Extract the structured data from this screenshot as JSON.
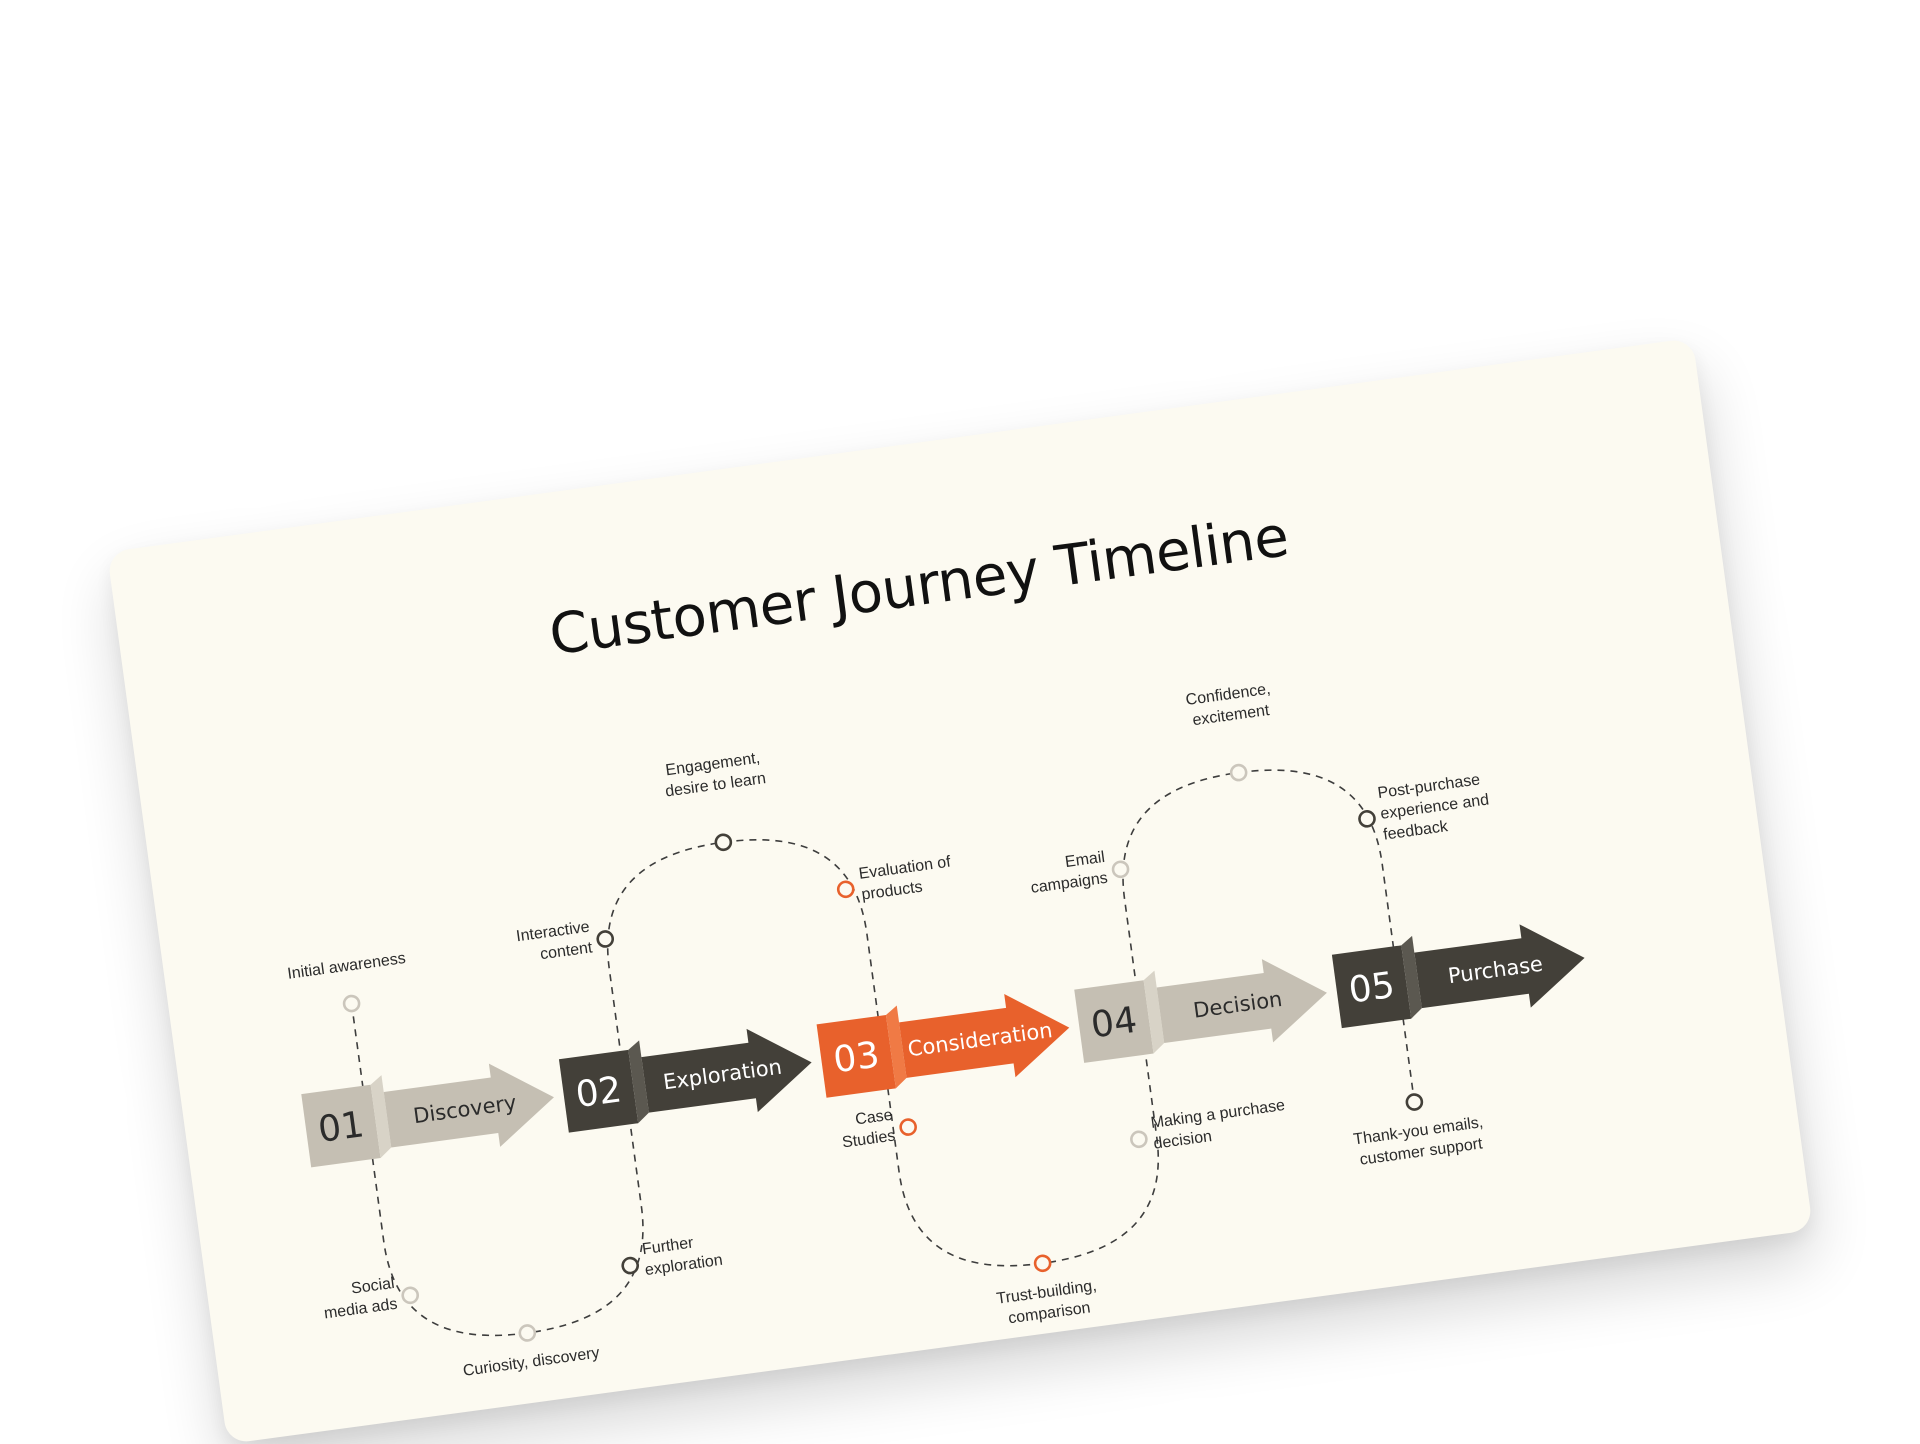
{
  "title": "Customer Journey Timeline",
  "colors": {
    "background": "#fcfaf1",
    "beige": "#c5bfb3",
    "beige_fold": "#d8d3c7",
    "dark": "#434039",
    "dark_fold": "#5b5850",
    "accent": "#e8612c",
    "accent_fold": "#f07a45",
    "light_node": "#cbc6bc"
  },
  "steps": [
    {
      "number": "01",
      "name": "Discovery",
      "theme": "beige"
    },
    {
      "number": "02",
      "name": "Exploration",
      "theme": "dark"
    },
    {
      "number": "03",
      "name": "Consideration",
      "theme": "accent"
    },
    {
      "number": "04",
      "name": "Decision",
      "theme": "beige"
    },
    {
      "number": "05",
      "name": "Purchase",
      "theme": "dark"
    }
  ],
  "nodes": [
    {
      "label": "Initial awareness",
      "style": "light"
    },
    {
      "label": "Social\nmedia ads",
      "style": "light"
    },
    {
      "label": "Curiosity, discovery",
      "style": "light"
    },
    {
      "label": "Further\nexploration",
      "style": "dark"
    },
    {
      "label": "Interactive\ncontent",
      "style": "dark"
    },
    {
      "label": "Engagement,\ndesire to learn",
      "style": "dark"
    },
    {
      "label": "Evaluation of\nproducts",
      "style": "accent"
    },
    {
      "label": "Case\nStudies",
      "style": "accent"
    },
    {
      "label": "Trust-building,\ncomparison",
      "style": "accent"
    },
    {
      "label": "Making a purchase\ndecision",
      "style": "light"
    },
    {
      "label": "Email\ncampaigns",
      "style": "light"
    },
    {
      "label": "Confidence,\nexcitement",
      "style": "light"
    },
    {
      "label": "Post-purchase\nexperience and\nfeedback",
      "style": "dark"
    },
    {
      "label": "Thank-you emails,\ncustomer support",
      "style": "dark"
    }
  ]
}
